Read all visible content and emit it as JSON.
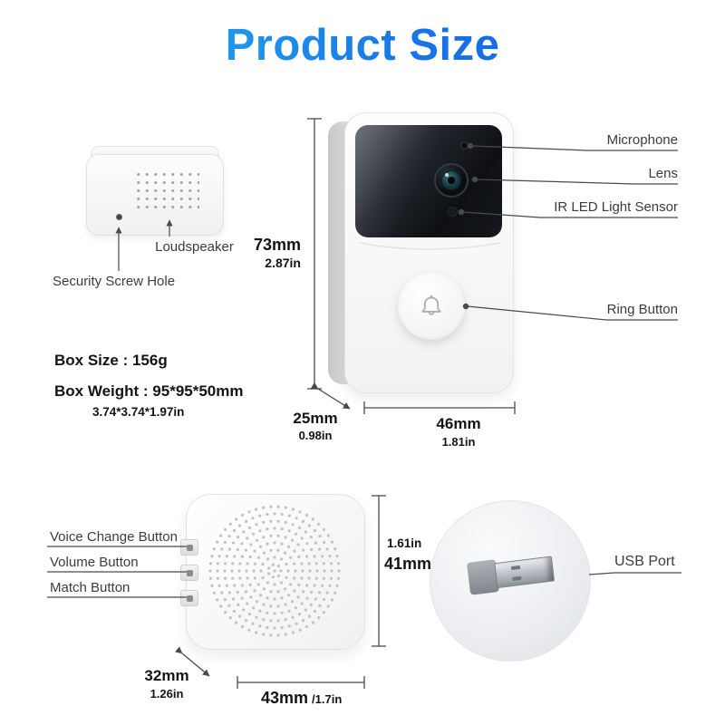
{
  "title": "Product Size",
  "colors": {
    "title_gradient_start": "#29c2ee",
    "title_gradient_end": "#0f55e2",
    "annotation_line": "#4a4a4a",
    "label_text": "#3c3c3c",
    "lens_tint": "#1b3d45"
  },
  "top_chime": {
    "loudspeaker_label": "Loudspeaker",
    "screw_label": "Security Screw Hole"
  },
  "doorbell": {
    "microphone_label": "Microphone",
    "lens_label": "Lens",
    "ir_label": "IR LED Light Sensor",
    "ring_label": "Ring Button",
    "height_mm": "73mm",
    "height_in": "2.87in",
    "depth_mm": "25mm",
    "depth_in": "0.98in",
    "width_mm": "46mm",
    "width_in": "1.81in"
  },
  "box_info": {
    "size": "Box Size : 156g",
    "weight": "Box Weight : 95*95*50mm",
    "weight_in": "3.74*3.74*1.97in"
  },
  "bottom_chime": {
    "voice_label": "Voice Change Button",
    "volume_label": "Volume Button",
    "match_label": "Match Button",
    "height_in": "1.61in",
    "height_mm": "41mm",
    "depth_mm": "32mm",
    "depth_in": "1.26in",
    "width_mm": "43mm",
    "width_in": "/1.7in"
  },
  "usb": {
    "label": "USB Port"
  },
  "icons": {
    "bell": "bell-outline-icon",
    "camera_lens": "lens-icon",
    "microphone_dot": "microphone-icon",
    "ir_sensor_dot": "ir-sensor-icon",
    "voice_change": "person-icon",
    "volume": "speaker-icon",
    "match": "gear-icon",
    "usb_plug": "usb-plug-icon"
  }
}
